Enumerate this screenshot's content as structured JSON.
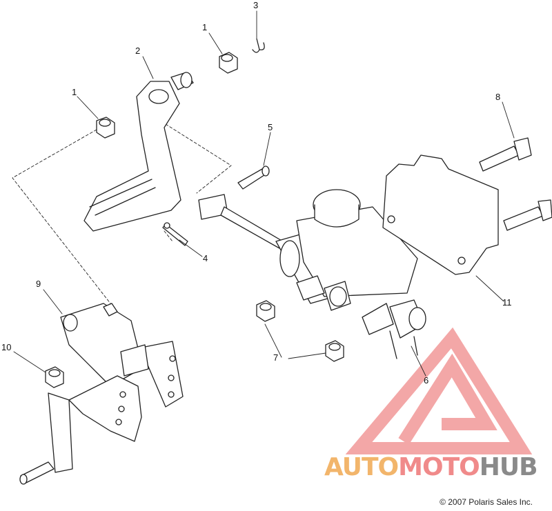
{
  "callouts": [
    {
      "id": "c1a",
      "label": "1"
    },
    {
      "id": "c1b",
      "label": "1"
    },
    {
      "id": "c2",
      "label": "2"
    },
    {
      "id": "c3",
      "label": "3"
    },
    {
      "id": "c4",
      "label": "4"
    },
    {
      "id": "c5",
      "label": "5"
    },
    {
      "id": "c6",
      "label": "6"
    },
    {
      "id": "c7",
      "label": "7"
    },
    {
      "id": "c8",
      "label": "8"
    },
    {
      "id": "c9",
      "label": "9"
    },
    {
      "id": "c10",
      "label": "10"
    },
    {
      "id": "c11",
      "label": "11"
    }
  ],
  "copyright": "© 2007 Polaris Sales Inc.",
  "watermark": {
    "part1": "AUTO",
    "part2": "MOTO",
    "part3": "HUB",
    "colors": {
      "auto": "#f2b56b",
      "moto": "#f08a8a",
      "hub": "#8a8a8a",
      "logo": "#f08a8a"
    }
  }
}
